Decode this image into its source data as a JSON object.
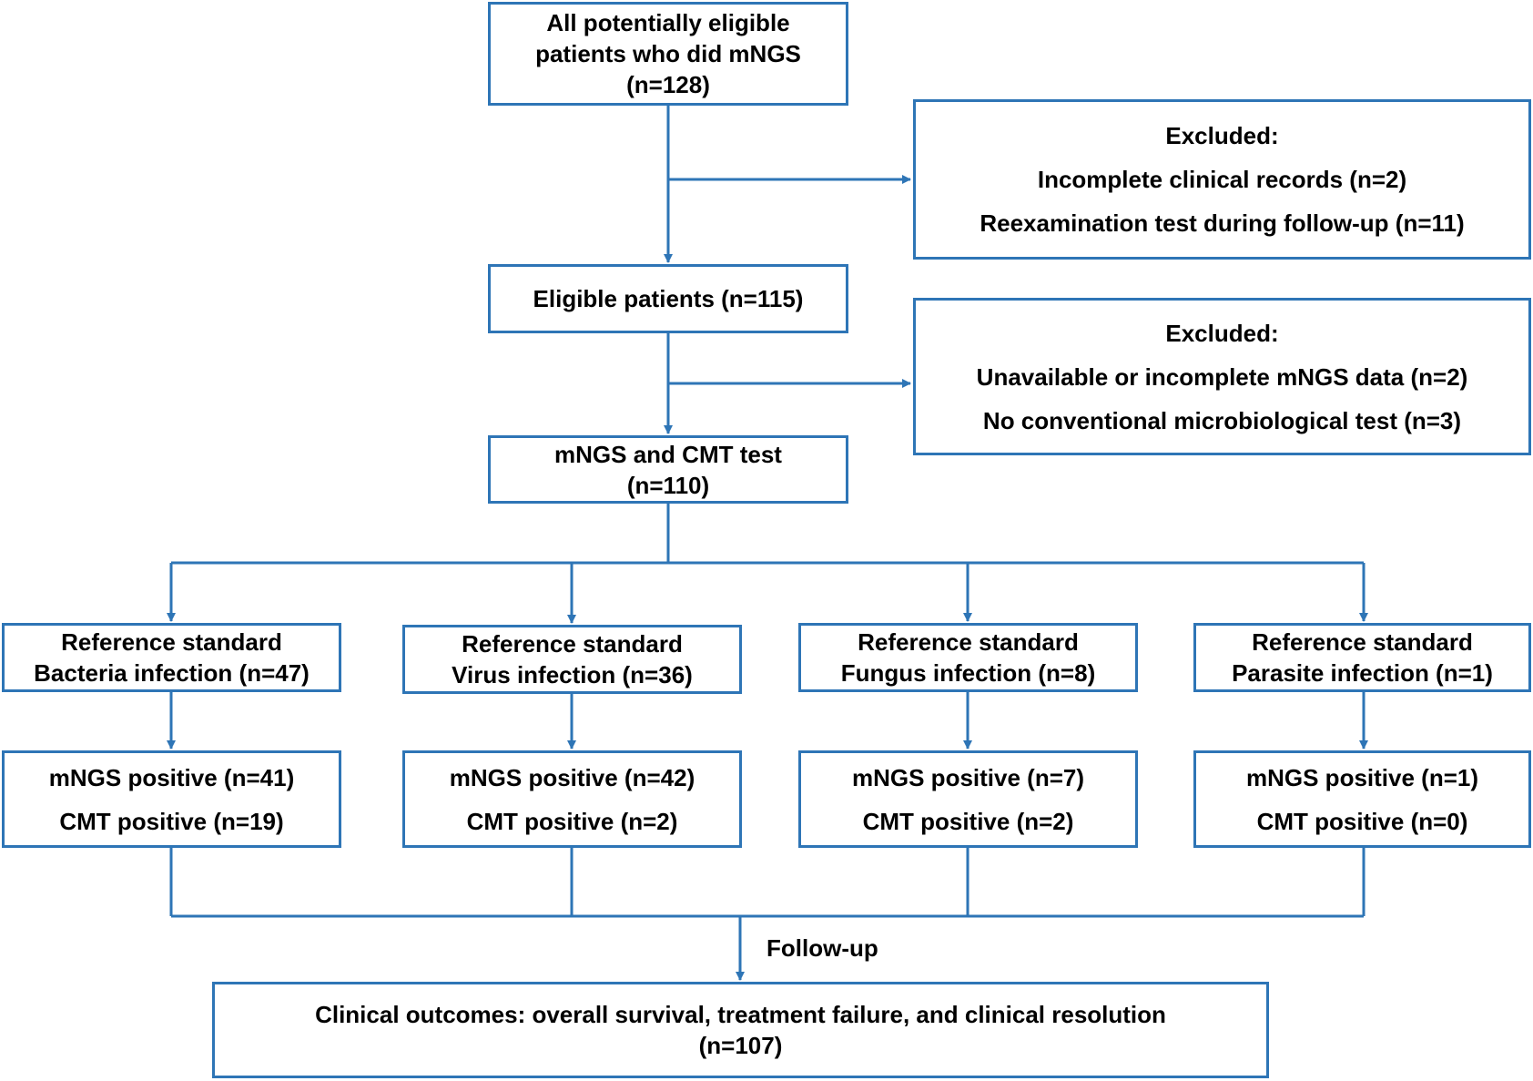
{
  "boxes": {
    "all_patients": {
      "line1": "All potentially eligible",
      "line2": "patients who did mNGS",
      "line3": "(n=128)"
    },
    "excluded_1": {
      "title": "Excluded:",
      "line1": "Incomplete clinical records (n=2)",
      "line2": "Reexamination test during follow-up (n=11)"
    },
    "eligible": {
      "line1": "Eligible patients (n=115)"
    },
    "excluded_2": {
      "title": "Excluded:",
      "line1": "Unavailable or incomplete mNGS data (n=2)",
      "line2": "No conventional microbiological test (n=3)"
    },
    "mngs_cmt": {
      "line1": "mNGS and CMT test",
      "line2": "(n=110)"
    },
    "ref_bacteria": {
      "line1": "Reference standard",
      "line2": "Bacteria infection (n=47)"
    },
    "ref_virus": {
      "line1": "Reference standard",
      "line2": "Virus infection (n=36)"
    },
    "ref_fungus": {
      "line1": "Reference standard",
      "line2": "Fungus infection (n=8)"
    },
    "ref_parasite": {
      "line1": "Reference standard",
      "line2": "Parasite infection (n=1)"
    },
    "pos_bacteria": {
      "line1": "mNGS positive (n=41)",
      "line2": "CMT positive (n=19)"
    },
    "pos_virus": {
      "line1": "mNGS positive (n=42)",
      "line2": "CMT positive (n=2)"
    },
    "pos_fungus": {
      "line1": "mNGS positive (n=7)",
      "line2": "CMT positive (n=2)"
    },
    "pos_parasite": {
      "line1": "mNGS positive (n=1)",
      "line2": "CMT positive (n=0)"
    },
    "outcomes": {
      "line1": "Clinical outcomes: overall survival, treatment failure, and clinical resolution",
      "line2": "(n=107)"
    }
  },
  "labels": {
    "follow_up": "Follow-up"
  },
  "colors": {
    "line": "#2e75b6",
    "border": "#2e75b6"
  }
}
